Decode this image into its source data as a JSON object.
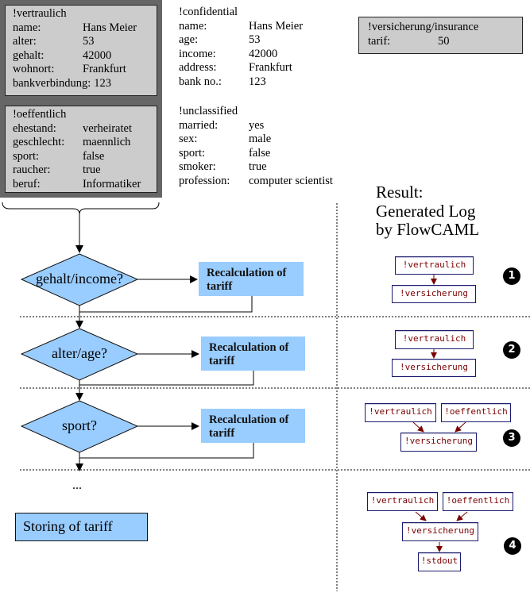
{
  "german_records": {
    "vertraulich": {
      "header": "!vertraulich",
      "fields": [
        {
          "key": "name:",
          "value": "Hans Meier"
        },
        {
          "key": "alter:",
          "value": "53"
        },
        {
          "key": "gehalt:",
          "value": "42000"
        },
        {
          "key": "wohnort:",
          "value": "Frankfurt"
        },
        {
          "key": "bankverbindung:",
          "value": "123"
        }
      ]
    },
    "oeffentlich": {
      "header": "!oeffentlich",
      "fields": [
        {
          "key": "ehestand:",
          "value": "verheiratet"
        },
        {
          "key": "geschlecht:",
          "value": "maennlich"
        },
        {
          "key": "sport:",
          "value": "false"
        },
        {
          "key": "raucher:",
          "value": "true"
        },
        {
          "key": "beruf:",
          "value": "Informatiker"
        }
      ]
    }
  },
  "english_records": {
    "confidential": {
      "header": "!confidential",
      "fields": [
        {
          "key": "name:",
          "value": "Hans Meier"
        },
        {
          "key": "age:",
          "value": "53"
        },
        {
          "key": "income:",
          "value": "42000"
        },
        {
          "key": "address:",
          "value": "Frankfurt"
        },
        {
          "key": "bank no.:",
          "value": "123"
        }
      ]
    },
    "unclassified": {
      "header": "!unclassified",
      "fields": [
        {
          "key": "married:",
          "value": "yes"
        },
        {
          "key": "sex:",
          "value": "male"
        },
        {
          "key": "sport:",
          "value": "false"
        },
        {
          "key": "smoker:",
          "value": "true"
        },
        {
          "key": "profession:",
          "value": "computer scientist"
        }
      ]
    }
  },
  "insurance": {
    "header": "!versicherung/insurance",
    "fields": [
      {
        "key": "tarif:",
        "value": "50"
      }
    ]
  },
  "result_title": [
    "Result:",
    "Generated Log",
    "by FlowCAML"
  ],
  "flowchart": {
    "decisions": [
      {
        "label": "gehalt/income?",
        "process": "Recalculation of tariff"
      },
      {
        "label": "alter/age?",
        "process": "Recalculation of tariff"
      },
      {
        "label": "sport?",
        "process": "Recalculation of tariff"
      }
    ],
    "ellipsis": "...",
    "final_step": "Storing of tariff"
  },
  "process_lines": [
    "Recalculation of",
    "tariff"
  ],
  "logs": [
    {
      "step": "1",
      "sources": [
        "!vertraulich"
      ],
      "target": "!versicherung",
      "output": null
    },
    {
      "step": "2",
      "sources": [
        "!vertraulich"
      ],
      "target": "!versicherung",
      "output": null
    },
    {
      "step": "3",
      "sources": [
        "!vertraulich",
        "!oeffentlich"
      ],
      "target": "!versicherung",
      "output": null
    },
    {
      "step": "4",
      "sources": [
        "!vertraulich",
        "!oeffentlich"
      ],
      "target": "!versicherung",
      "output": "!stdout"
    }
  ],
  "colors": {
    "frame": "#666666",
    "record_bg": "#cccccc",
    "flow_fill": "#99ccff",
    "log_text": "#7a0000",
    "log_border": "#1a1a6e",
    "log_arrow": "#7a0000"
  }
}
